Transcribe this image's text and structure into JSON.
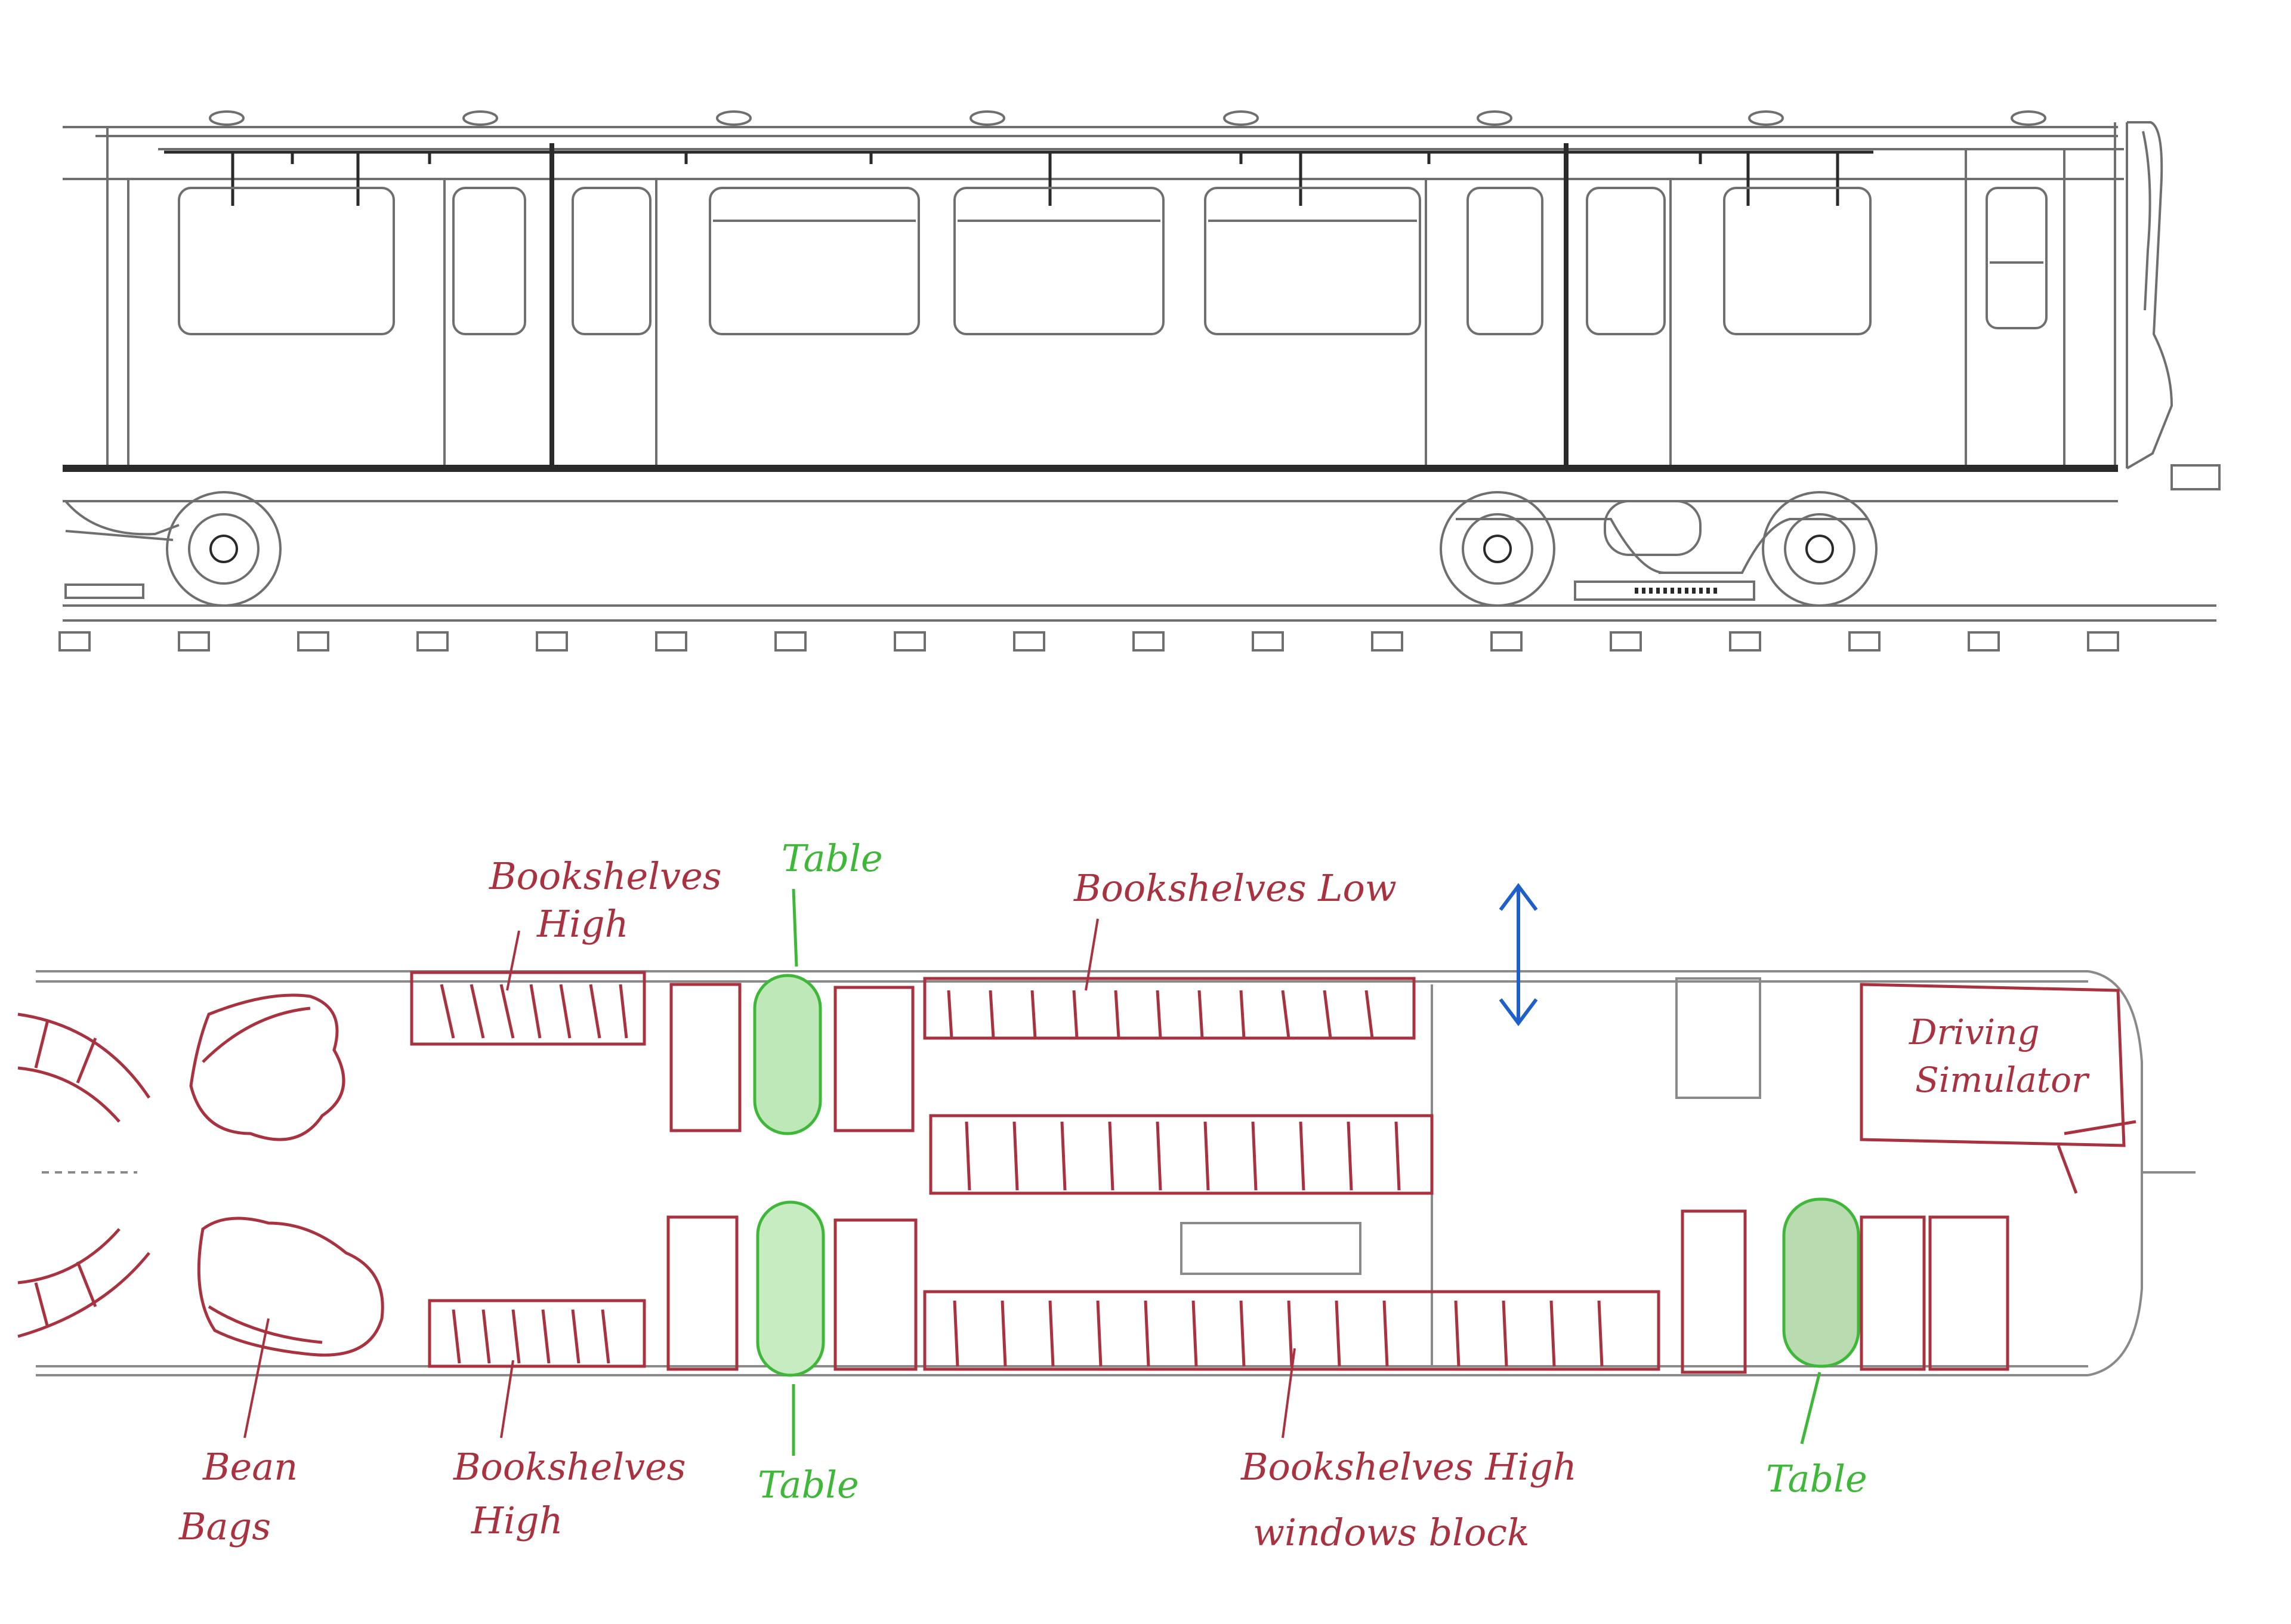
{
  "colors": {
    "line": "#6f6f6f",
    "dark": "#2a2a2a",
    "red_pen": "#a8323f",
    "green_pen": "#3fb83a",
    "blue_pen": "#1f5fc9"
  },
  "annotations": {
    "bookshelves_high_top": [
      "Bookshelves",
      "High"
    ],
    "table_top": "Table",
    "bookshelves_low": "Bookshelves Low",
    "driving_simulator": [
      "Driving",
      "Simulator"
    ],
    "bean_bags": [
      "Bean",
      "Bags"
    ],
    "bookshelves_high_bottom": [
      "Bookshelves",
      "High"
    ],
    "table_bottom": "Table",
    "bookshelves_high_windows": [
      "Bookshelves High",
      "windows block"
    ],
    "table_right": "Table"
  }
}
